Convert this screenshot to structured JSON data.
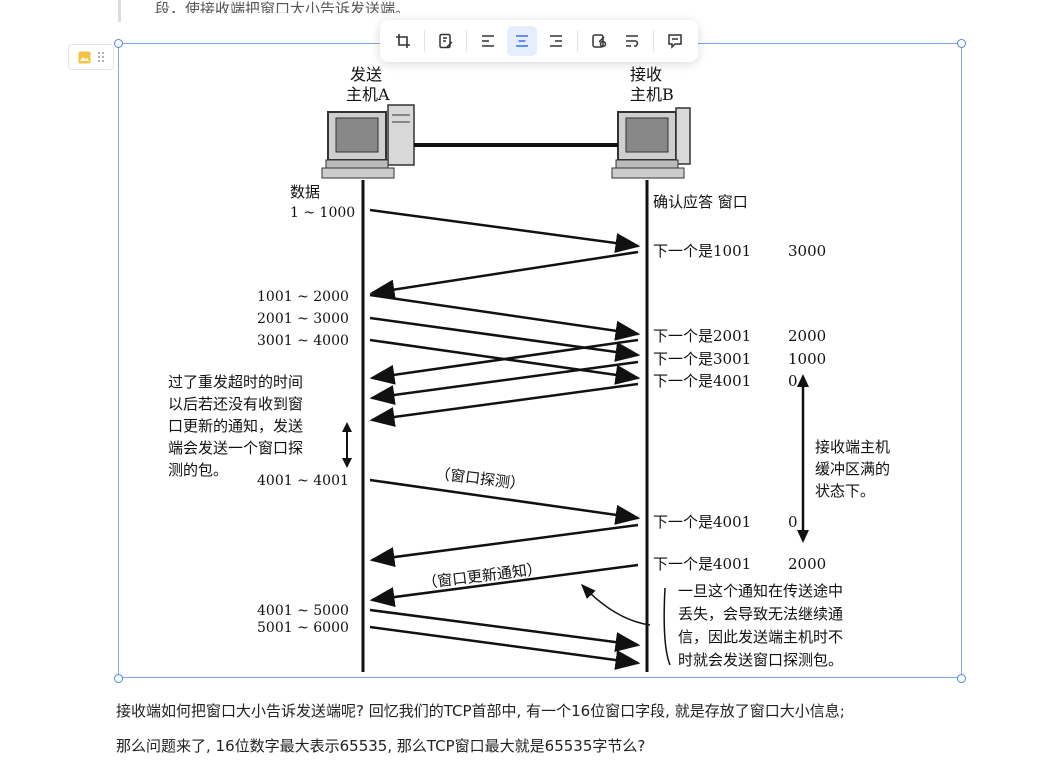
{
  "doc": {
    "top_line": "段，使接收端把窗口大小告诉发送端。",
    "paragraph1": "接收端如何把窗口大小告诉发送端呢? 回忆我们的TCP首部中, 有一个16位窗口字段, 就是存放了窗口大小信息;",
    "paragraph2": "那么问题来了, 16位数字最大表示65535, 那么TCP窗口最大就是65535字节么?"
  },
  "toolbar": {
    "buttons": [
      "crop-icon",
      "edit-doc-icon",
      "align-left-icon",
      "align-center-icon",
      "align-right-icon",
      "link-icon",
      "wrap-icon",
      "comment-icon"
    ],
    "active": "align-center-icon"
  },
  "diagram": {
    "sender_label_1": "发送",
    "sender_label_2": "主机A",
    "receiver_label_1": "接收",
    "receiver_label_2": "主机B",
    "data_label": "数据",
    "ack_label": "确认应答 窗口",
    "left_labels": [
      "1 ~ 1000",
      "1001 ~ 2000",
      "2001 ~ 3000",
      "3001 ~ 4000",
      "4001 ~ 4001",
      "4001 ~ 5000",
      "5001 ~ 6000"
    ],
    "right_acks": [
      "下一个是1001",
      "下一个是2001",
      "下一个是3001",
      "下一个是4001",
      "下一个是4001",
      "下一个是4001"
    ],
    "right_windows": [
      "3000",
      "2000",
      "1000",
      "0",
      "0",
      "2000"
    ],
    "timeout_note": [
      "过了重发超时的时间",
      "以后若还没有收到窗",
      "口更新的通知，发送",
      "端会发送一个窗口探",
      "测的包。"
    ],
    "buffer_note": [
      "接收端主机",
      "缓冲区满的",
      "状态下。"
    ],
    "probe_label": "（窗口探测）",
    "update_label": "（窗口更新通知）",
    "loss_note": [
      "一旦这个通知在传送途中",
      "丢失，会导致无法继续通",
      "信，因此发送端主机时不",
      "时就会发送窗口探测包。"
    ]
  }
}
